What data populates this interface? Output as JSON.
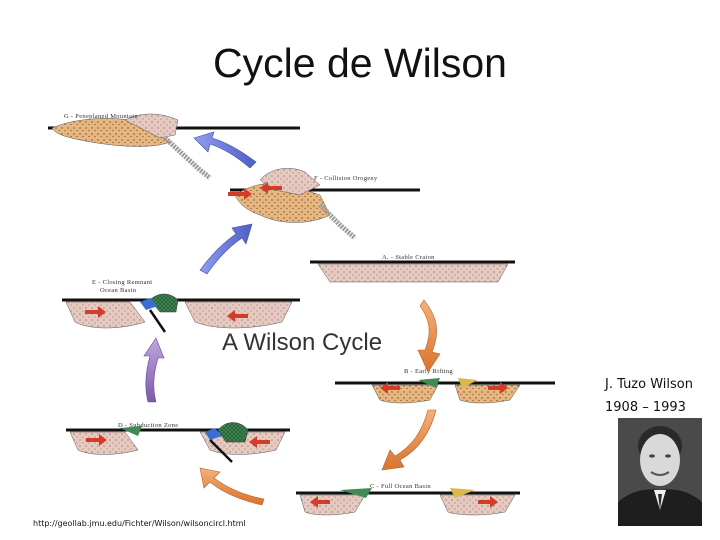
{
  "title": "Cycle de Wilson",
  "diagram": {
    "center_label": "A Wilson Cycle",
    "stages": {
      "a": "A. - Stable Craton",
      "b": "B - Early Rifting",
      "c": "C - Full Ocean Basin",
      "d": "D - Subduction Zone",
      "e1": "E - Closing Remnant",
      "e2": "Ocean Basin",
      "f": "F - Collision Orogeny",
      "g": "G - Peneplaned Mountain"
    },
    "colors": {
      "continent": "#e8b77f",
      "craton_pink": "#e6c9c0",
      "ocean_green": "#3f8a55",
      "arrow_orange": "#e8904a",
      "arrow_purple": "#9c7ec6",
      "arrow_blue": "#6b7fd6",
      "motion_red": "#d23d2a"
    }
  },
  "person": {
    "name": "J. Tuzo Wilson",
    "years": "1908 – 1993"
  },
  "source_url": "http://geollab.jmu.edu/Fichter/Wilson/wilsoncircl.html"
}
